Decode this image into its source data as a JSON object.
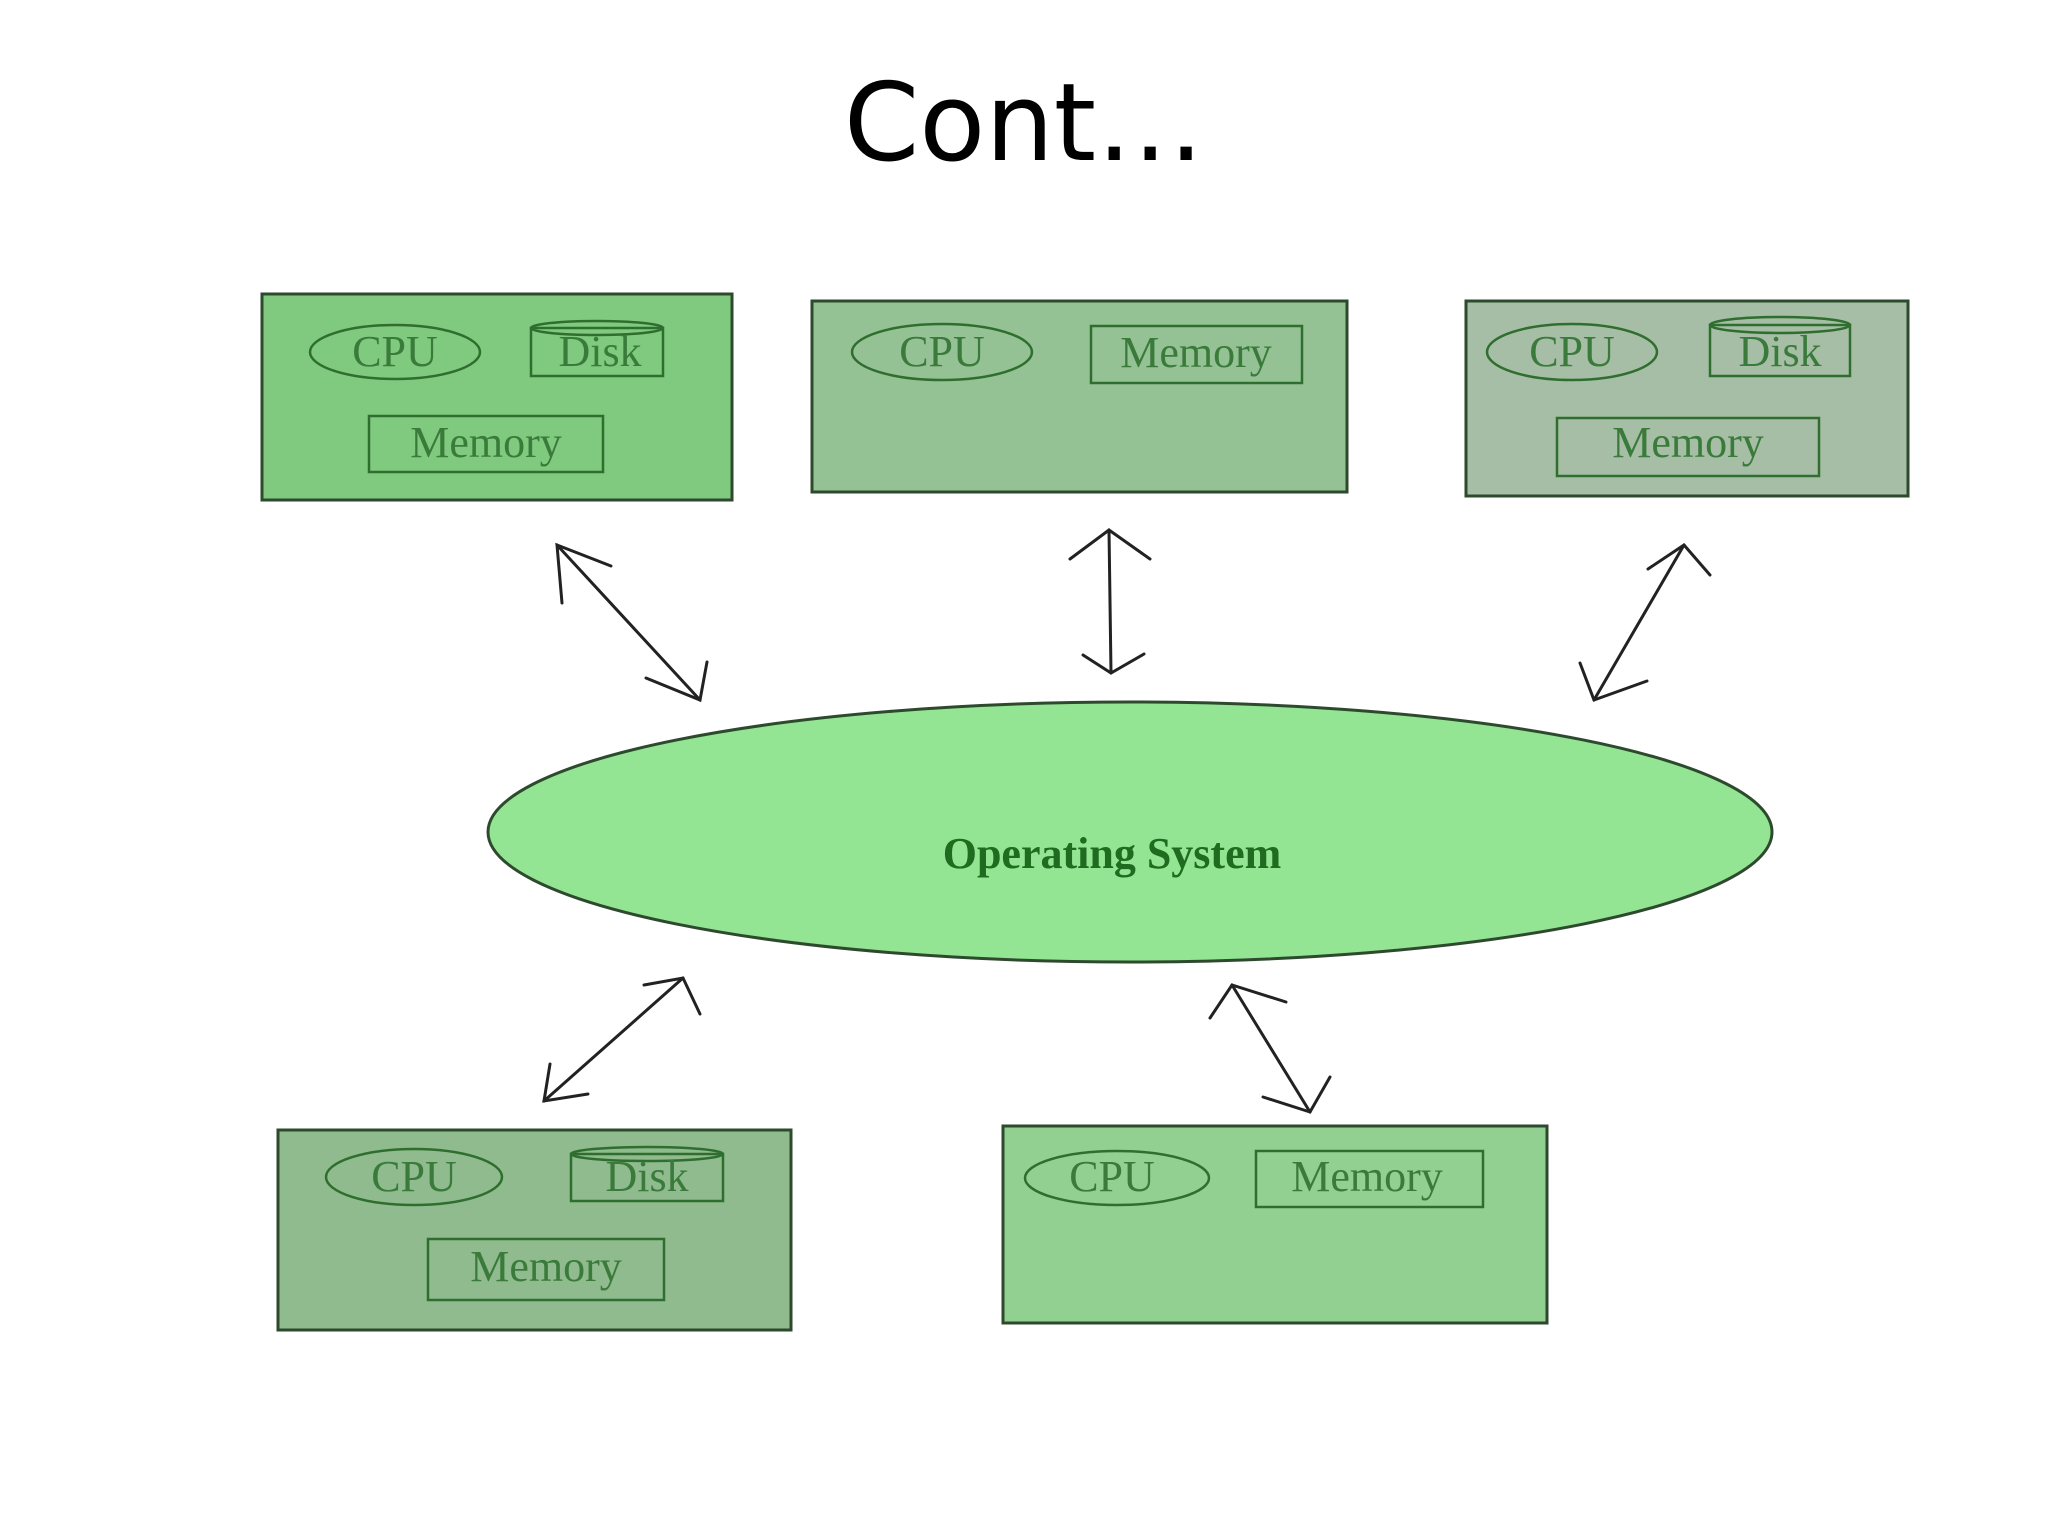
{
  "slide": {
    "title": "Cont…"
  },
  "operating_system": {
    "label": "Operating System"
  },
  "nodes": [
    {
      "id": "node-1",
      "components": {
        "cpu": "CPU",
        "disk": "Disk",
        "memory": "Memory"
      }
    },
    {
      "id": "node-2",
      "components": {
        "cpu": "CPU",
        "memory": "Memory"
      }
    },
    {
      "id": "node-3",
      "components": {
        "cpu": "CPU",
        "disk": "Disk",
        "memory": "Memory"
      }
    },
    {
      "id": "node-4",
      "components": {
        "cpu": "CPU",
        "disk": "Disk",
        "memory": "Memory"
      }
    },
    {
      "id": "node-5",
      "components": {
        "cpu": "CPU",
        "memory": "Memory"
      }
    }
  ],
  "colors": {
    "node_fills": [
      "#7fca7f",
      "#95c295",
      "#a5bea5",
      "#8fbb8f",
      "#92d092"
    ],
    "os_fill": "#93e593",
    "os_stroke": "#2e4a2e"
  }
}
